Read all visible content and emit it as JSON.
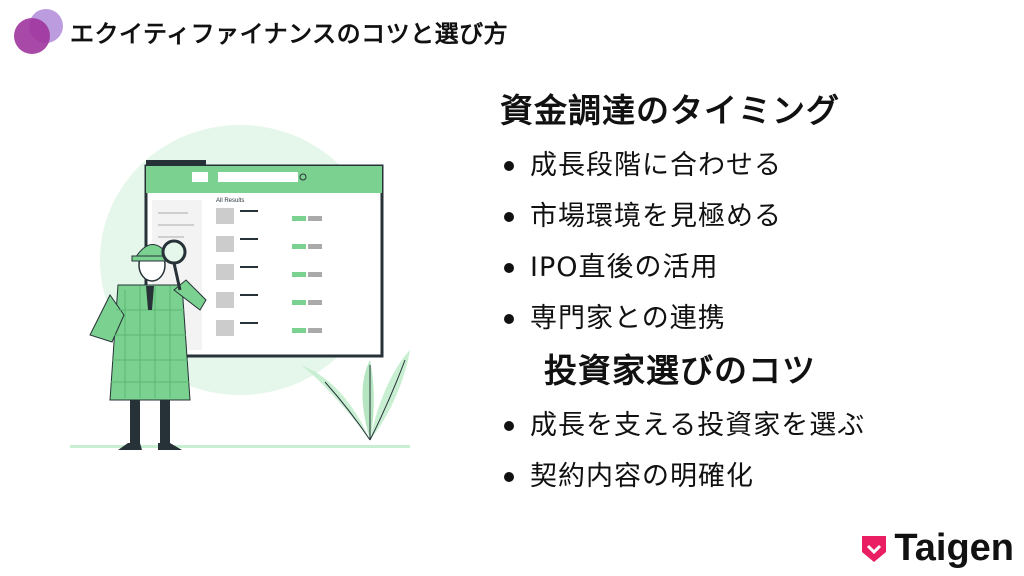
{
  "header": {
    "title": "エクイティファイナンスのコツと選び方"
  },
  "illustration": {
    "browser_label": "All Results",
    "colors": {
      "green": "#7bd18f",
      "light_green": "#c9efd2",
      "dark": "#263238"
    }
  },
  "section1": {
    "heading": "資金調達のタイミング",
    "items": [
      "成長段階に合わせる",
      "市場環境を見極める",
      "IPO直後の活用",
      "専門家との連携"
    ]
  },
  "section2": {
    "heading": "投資家選びのコツ",
    "items": [
      "成長を支える投資家を選ぶ",
      "契約内容の明確化"
    ]
  },
  "brand": {
    "name": "Taigen",
    "color": "#e91e63"
  },
  "accent": {
    "purple": "#8e44ad",
    "pink": "#c0398c"
  }
}
